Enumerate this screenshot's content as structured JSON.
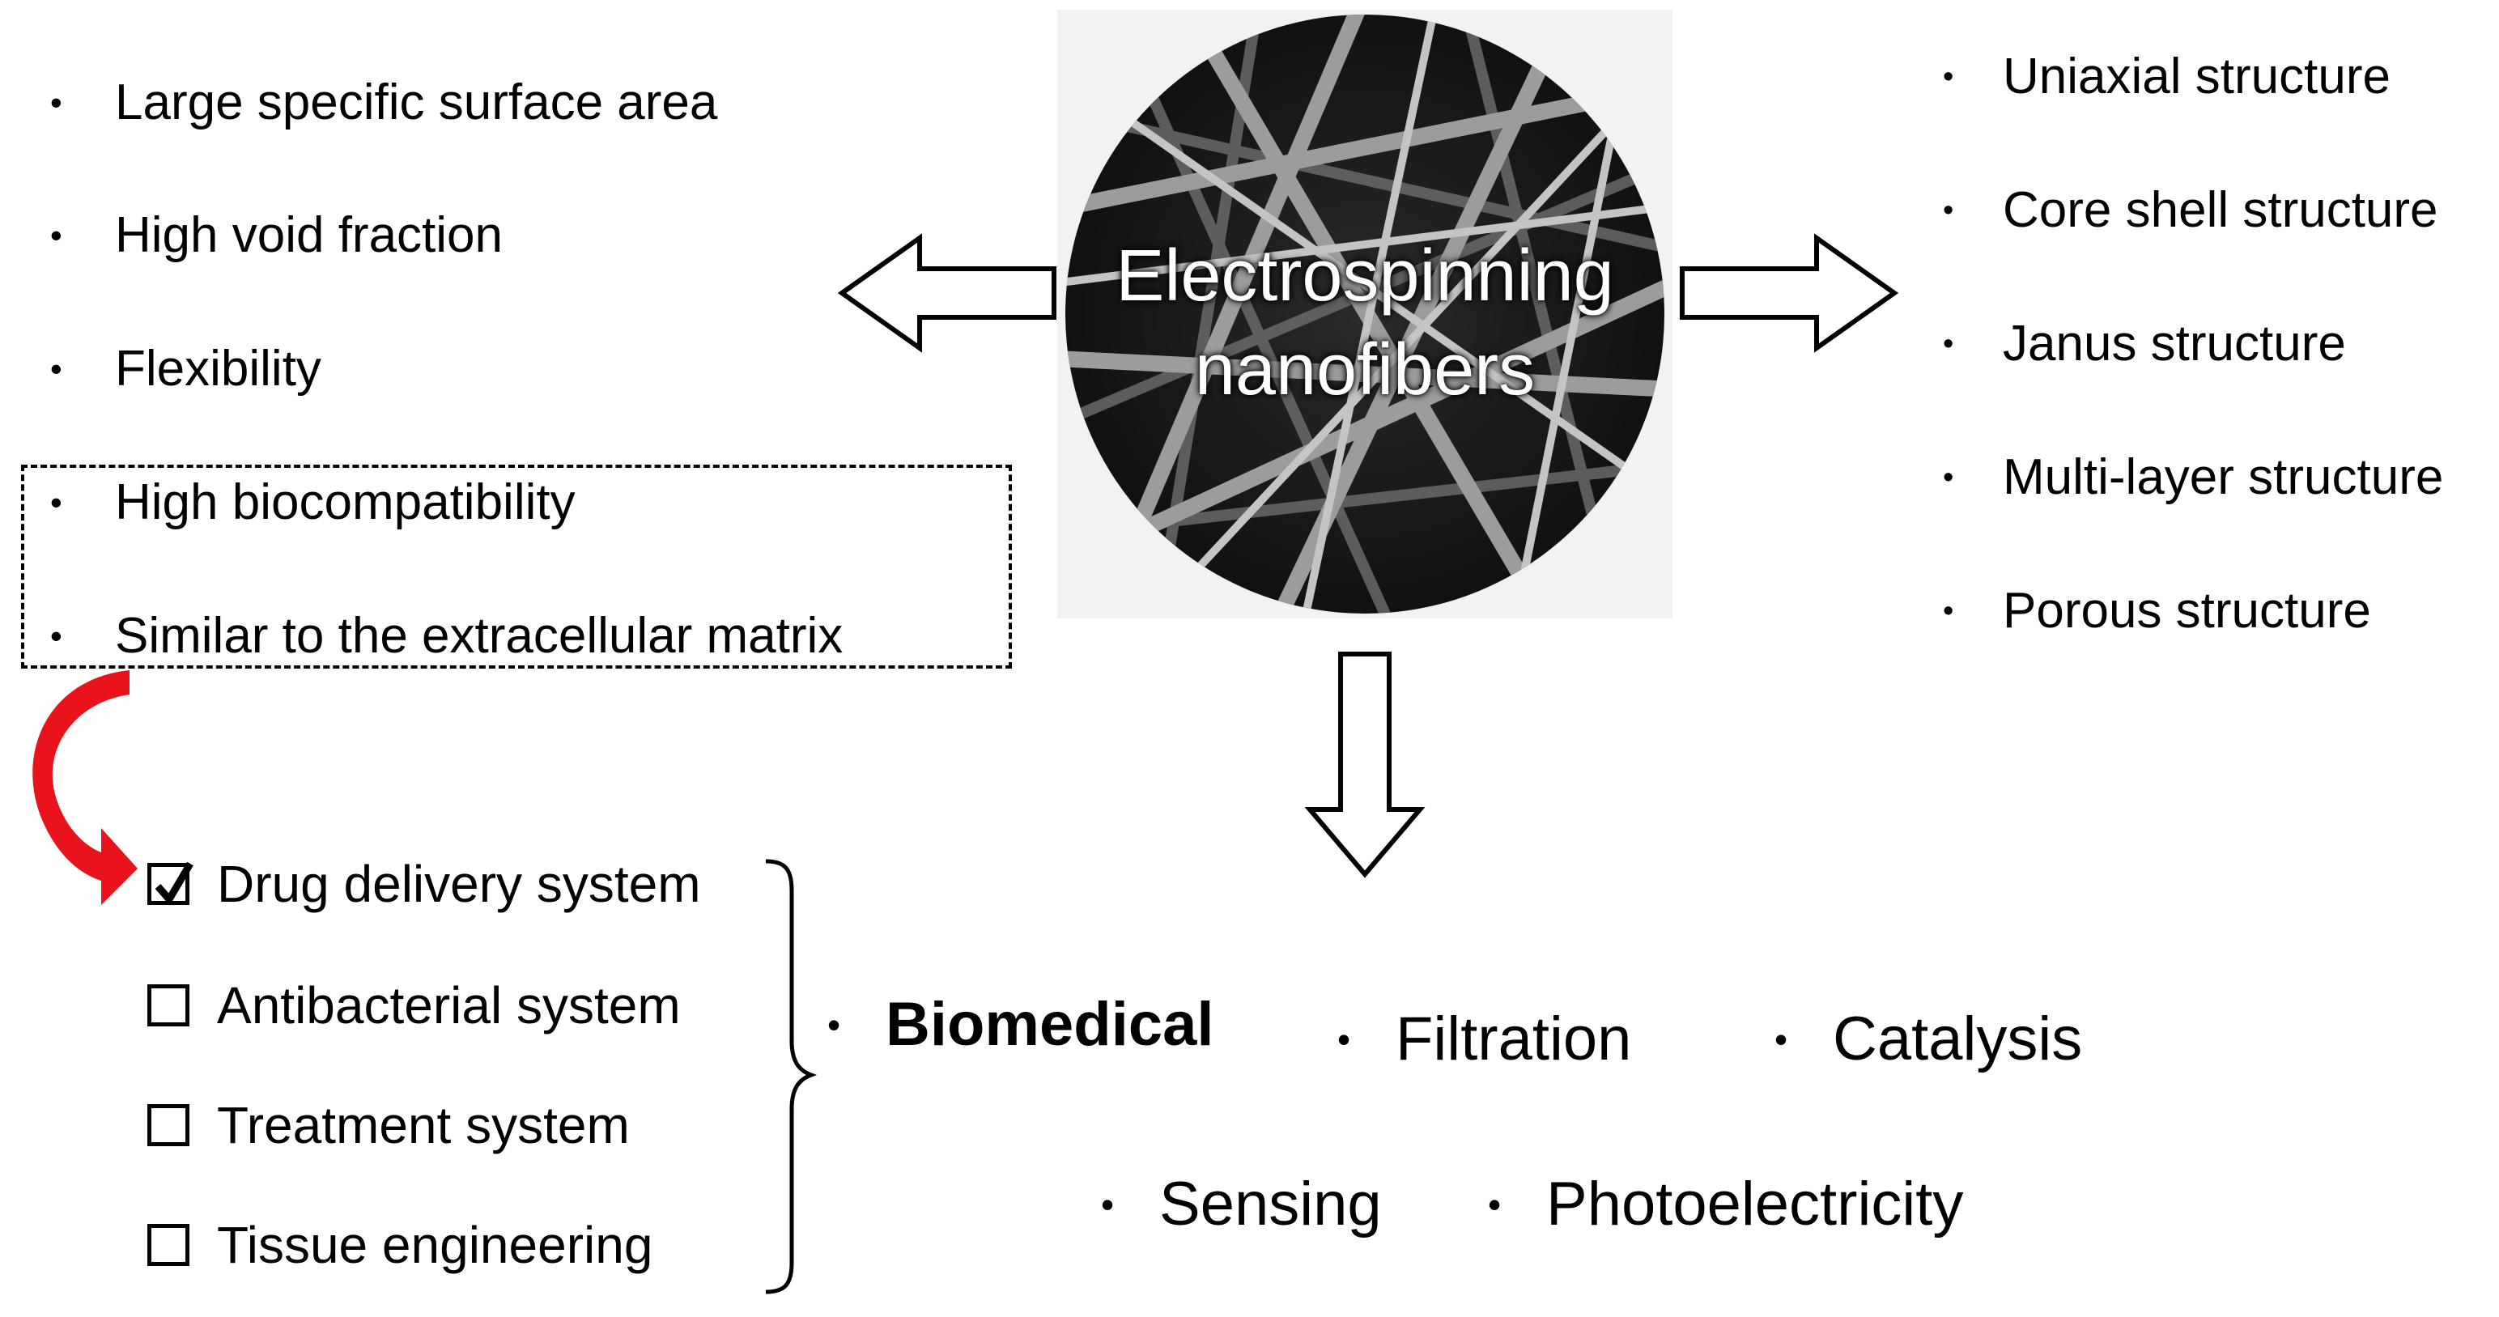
{
  "center": {
    "line1": "Electrospinning",
    "line2": "nanofibers"
  },
  "properties": [
    "Large specific surface area",
    "High void fraction",
    "Flexibility",
    "High biocompatibility",
    "Similar to the extracellular matrix"
  ],
  "structures": [
    "Uniaxial structure",
    "Core shell structure",
    "Janus structure",
    "Multi-layer structure",
    "Porous structure"
  ],
  "applications": {
    "biomedical": "Biomedical",
    "filtration": "Filtration",
    "catalysis": "Catalysis",
    "sensing": "Sensing",
    "photoelectricity": "Photoelectricity"
  },
  "biomedical_systems": [
    {
      "label": "Drug delivery system",
      "checked": true
    },
    {
      "label": "Antibacterial system",
      "checked": false
    },
    {
      "label": "Treatment system",
      "checked": false
    },
    {
      "label": "Tissue engineering",
      "checked": false
    }
  ],
  "colors": {
    "highlight_arrow": "#e8131b",
    "sem_dark": "#1c1c1c",
    "fiber": "#9a9a9a"
  }
}
